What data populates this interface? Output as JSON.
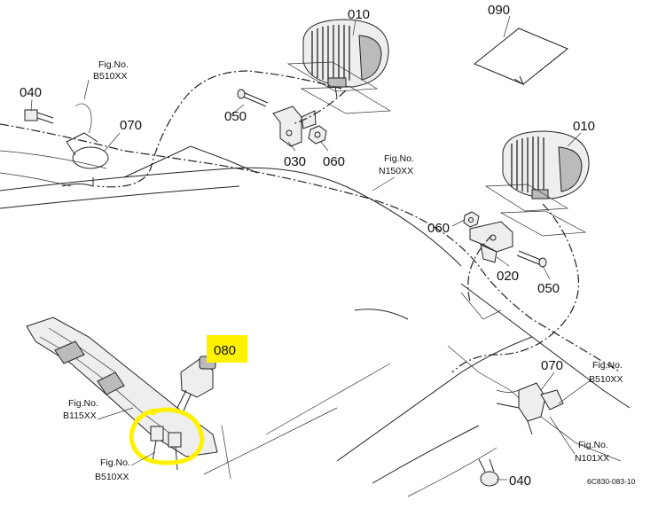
{
  "parts": {
    "p010_top": "010",
    "p090": "090",
    "p040_left": "040",
    "p070_left": "070",
    "p050_top": "050",
    "p030": "030",
    "p060_top": "060",
    "p010_right": "010",
    "p060_right": "060",
    "p020": "020",
    "p050_right": "050",
    "p080": "080",
    "p070_right": "070",
    "p040_bottom": "040"
  },
  "figures": {
    "b510_top_label": "Fig.No.",
    "b510_top_code": "B510XX",
    "n150_label": "Fig.No.",
    "n150_code": "N150XX",
    "b115_label": "Fig.No.",
    "b115_code": "B115XX",
    "b510_bottom_label": "Fig.No.",
    "b510_bottom_code": "B510XX",
    "b510_right_label": "Fig.No.",
    "b510_right_code": "B510XX",
    "n101_label": "Fig.No.",
    "n101_code": "N101XX"
  },
  "document_code": "6C830-083-10",
  "colors": {
    "highlight": "#fff200",
    "line": "#222222",
    "background": "#ffffff"
  }
}
